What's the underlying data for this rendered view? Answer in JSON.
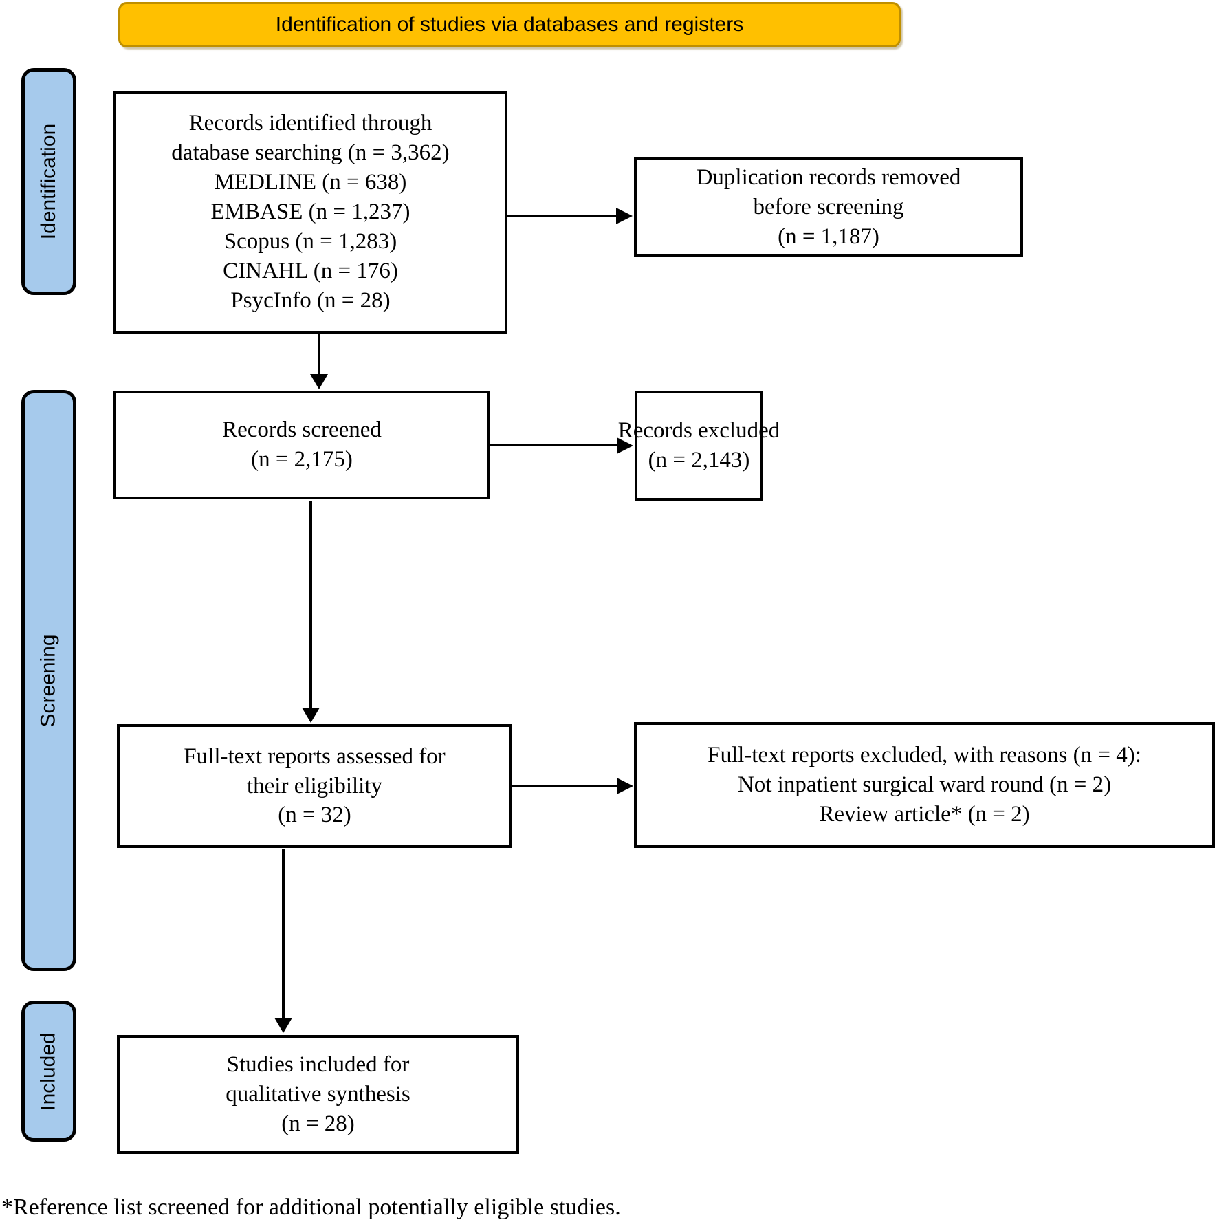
{
  "header": {
    "label": "Identification of studies via databases and registers",
    "fill_color": "#FFC000",
    "border_color": "#BF8F00"
  },
  "stages": {
    "fill_color": "#A6CAEC",
    "border_color": "#000000",
    "identification": "Identification",
    "screening": "Screening",
    "included": "Included"
  },
  "boxes": {
    "records_identified": {
      "lines": [
        "Records identified through",
        "database searching (n = 3,362)",
        "MEDLINE (n = 638)",
        "EMBASE (n = 1,237)",
        "Scopus (n = 1,283)",
        "CINAHL (n = 176)",
        "PsycInfo (n = 28)"
      ]
    },
    "duplicates_removed": {
      "lines": [
        "Duplication records removed",
        "before screening",
        "(n = 1,187)"
      ]
    },
    "records_screened": {
      "lines": [
        "Records screened",
        "(n = 2,175)"
      ]
    },
    "records_excluded": {
      "lines": [
        "Records excluded",
        "(n = 2,143)"
      ]
    },
    "fulltext_assessed": {
      "lines": [
        "Full-text reports assessed for",
        "their eligibility",
        "(n = 32)"
      ]
    },
    "fulltext_excluded": {
      "lines": [
        "Full-text reports excluded, with reasons (n = 4):",
        "Not inpatient surgical ward round (n = 2)",
        "Review article* (n = 2)"
      ]
    },
    "studies_included": {
      "lines": [
        "Studies included for",
        "qualitative synthesis",
        "(n = 28)"
      ]
    }
  },
  "footnote": "*Reference list screened for additional potentially eligible studies.",
  "chart_data": {
    "type": "diagram",
    "title": "PRISMA flow diagram",
    "nodes": [
      {
        "id": "records_identified",
        "stage": "Identification",
        "label": "Records identified through database searching",
        "n": 3362,
        "breakdown": [
          {
            "source": "MEDLINE",
            "n": 638
          },
          {
            "source": "EMBASE",
            "n": 1237
          },
          {
            "source": "Scopus",
            "n": 1283
          },
          {
            "source": "CINAHL",
            "n": 176
          },
          {
            "source": "PsycInfo",
            "n": 28
          }
        ]
      },
      {
        "id": "duplicates_removed",
        "stage": "Identification",
        "label": "Duplication records removed before screening",
        "n": 1187
      },
      {
        "id": "records_screened",
        "stage": "Screening",
        "label": "Records screened",
        "n": 2175
      },
      {
        "id": "records_excluded",
        "stage": "Screening",
        "label": "Records excluded",
        "n": 2143
      },
      {
        "id": "fulltext_assessed",
        "stage": "Screening",
        "label": "Full-text reports assessed for their eligibility",
        "n": 32
      },
      {
        "id": "fulltext_excluded",
        "stage": "Screening",
        "label": "Full-text reports excluded, with reasons",
        "n": 4,
        "breakdown": [
          {
            "reason": "Not inpatient surgical ward round",
            "n": 2
          },
          {
            "reason": "Review article*",
            "n": 2
          }
        ]
      },
      {
        "id": "studies_included",
        "stage": "Included",
        "label": "Studies included for qualitative synthesis",
        "n": 28
      }
    ],
    "edges": [
      {
        "from": "records_identified",
        "to": "duplicates_removed",
        "direction": "right"
      },
      {
        "from": "records_identified",
        "to": "records_screened",
        "direction": "down"
      },
      {
        "from": "records_screened",
        "to": "records_excluded",
        "direction": "right"
      },
      {
        "from": "records_screened",
        "to": "fulltext_assessed",
        "direction": "down"
      },
      {
        "from": "fulltext_assessed",
        "to": "fulltext_excluded",
        "direction": "right"
      },
      {
        "from": "fulltext_assessed",
        "to": "studies_included",
        "direction": "down"
      }
    ]
  }
}
